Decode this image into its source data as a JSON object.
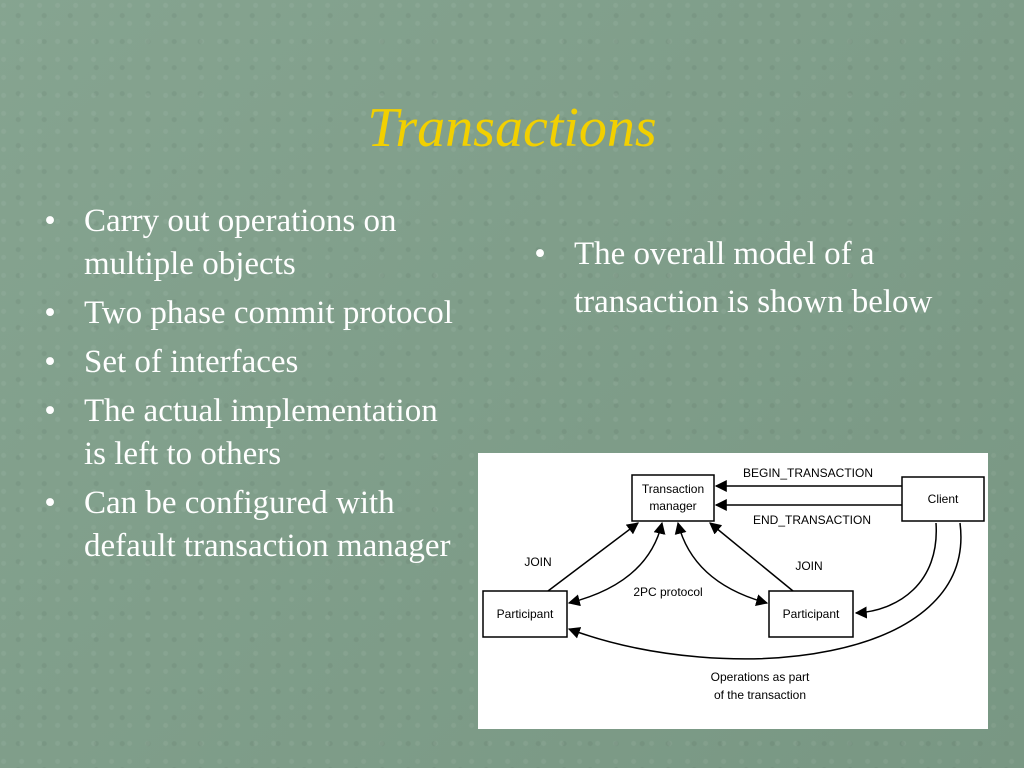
{
  "slide": {
    "title": "Transactions",
    "left_bullets": [
      "Carry out operations on multiple objects",
      "Two phase commit protocol",
      "Set of  interfaces",
      "The actual implementation is left to others",
      "Can be configured with default transaction manager"
    ],
    "right_bullets": [
      "The overall model of a transaction is shown below"
    ],
    "bullet_glyph": "•"
  },
  "diagram": {
    "nodes": {
      "tm_line1": "Transaction",
      "tm_line2": "manager",
      "client": "Client",
      "participant_left": "Participant",
      "participant_right": "Participant"
    },
    "edge_labels": {
      "begin": "BEGIN_TRANSACTION",
      "end": "END_TRANSACTION",
      "join_left": "JOIN",
      "join_right": "JOIN",
      "twopc": "2PC protocol",
      "ops_line1": "Operations as part",
      "ops_line2": "of the transaction"
    }
  }
}
